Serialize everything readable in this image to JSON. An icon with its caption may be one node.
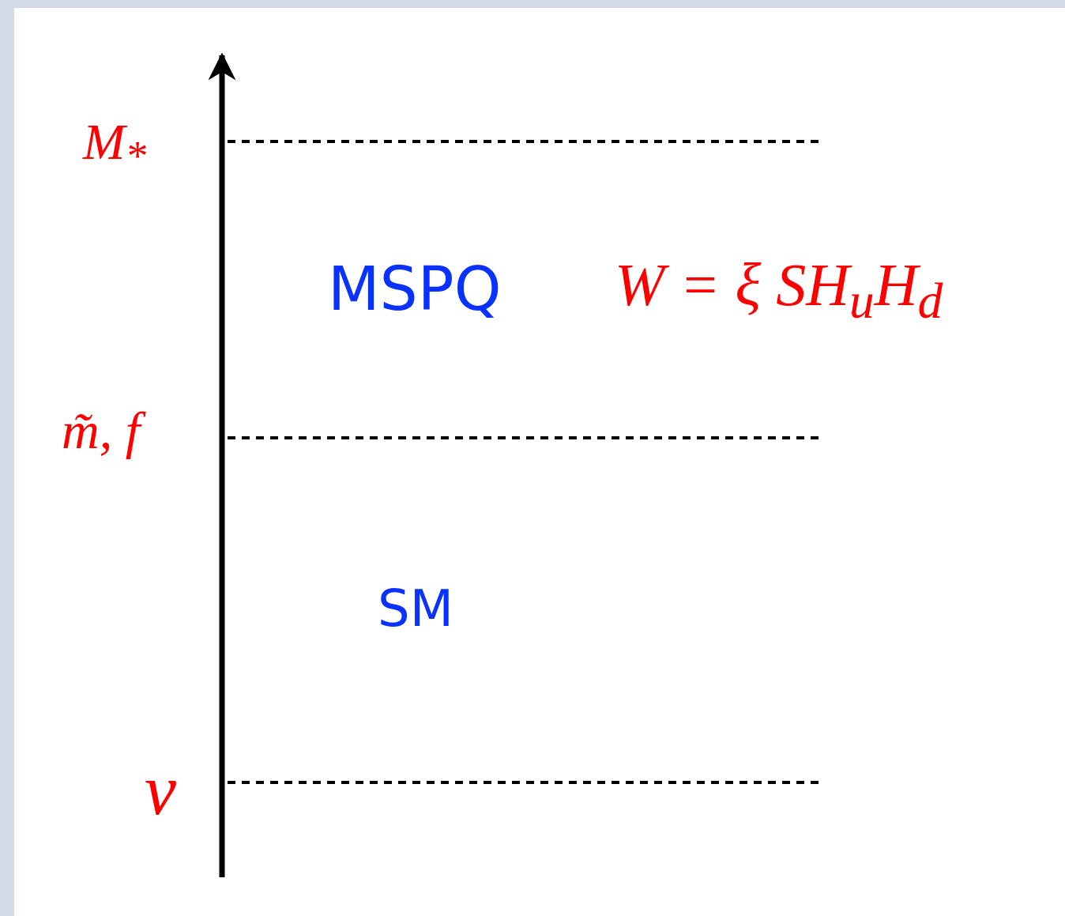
{
  "diagram": {
    "labels": [
      "M$_{*}$",
      "MSPQ",
      "W = ξ SH$_{u}$H$_{d}$",
      "m̃, f",
      "SM",
      "v"
    ]
  }
}
